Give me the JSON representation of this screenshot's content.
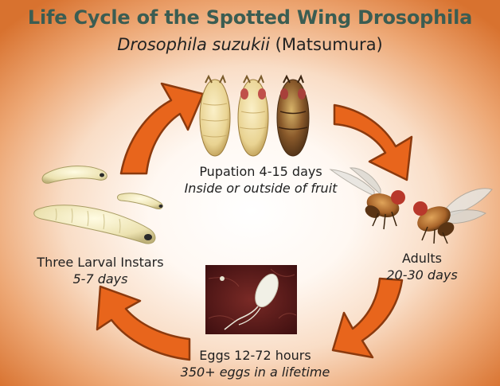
{
  "title": "Life Cycle of the Spotted Wing Drosophila",
  "subtitle": {
    "scientific_name": "Drosophila suzukii",
    "authority": "(Matsumura)"
  },
  "stages": {
    "pupation": {
      "label": "Pupation 4-15 days",
      "detail": "Inside or outside of fruit"
    },
    "adults": {
      "label": "Adults",
      "detail": "20-30 days"
    },
    "eggs": {
      "label": "Eggs 12-72 hours",
      "detail": "350+ eggs in a lifetime"
    },
    "larvae": {
      "label": "Three Larval Instars",
      "detail": "5-7 days"
    }
  },
  "colors": {
    "title": "#3b5d52",
    "arrow_fill": "#e8651c",
    "arrow_stroke": "#8c3a0e",
    "background_edge": "#d8722f"
  }
}
